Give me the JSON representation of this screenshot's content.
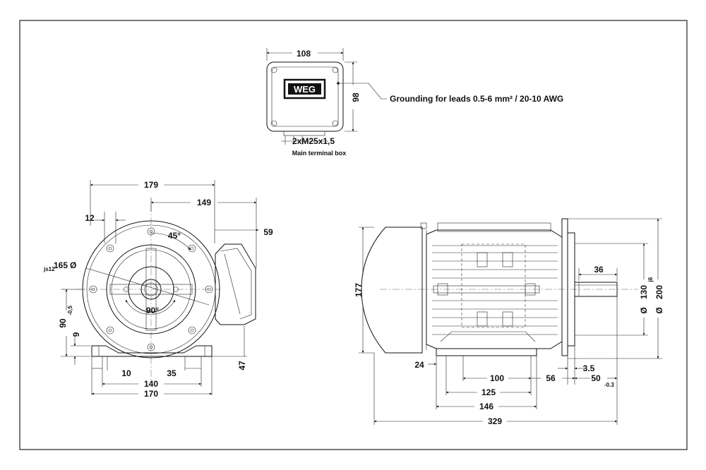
{
  "terminal_box": {
    "width_label": "108",
    "height_label": "98",
    "thread_label": "2xM25x1,5",
    "caption": "Main terminal box",
    "grounding_note": "Grounding for leads 0.5-6 mm² / 20-10 AWG",
    "logo_text": "WEG"
  },
  "front_view": {
    "dims": {
      "overall_width": "179",
      "center_to_box": "149",
      "bolt_hole": "12",
      "box_offset": "59",
      "bolt_angle": "45°",
      "spoke_angle": "90°",
      "pitch_diameter": "165",
      "diameter_symbol": "Ø",
      "pitch_tolerance": "js12",
      "shaft_height": "90",
      "shaft_height_tol": "-0,5",
      "foot_thickness": "9",
      "foot_slot": "10",
      "foot_gap": "35",
      "box_drop": "47",
      "foot_centers": "140",
      "foot_overall": "170"
    }
  },
  "side_view": {
    "dims": {
      "height": "177",
      "shaft_length": "36",
      "flange_spigot": "130",
      "spigot_tol": "j6",
      "flange_outer": "200",
      "diameter_symbol": "Ø",
      "foot_edge": "24",
      "foot_centers": "100",
      "foot_span": "125",
      "shoulder_to_foot": "56",
      "foot_total": "146",
      "flange_thickness": "3.5",
      "shaft_ext": "50",
      "shaft_ext_tol": "-0.3",
      "overall_length": "329"
    }
  }
}
